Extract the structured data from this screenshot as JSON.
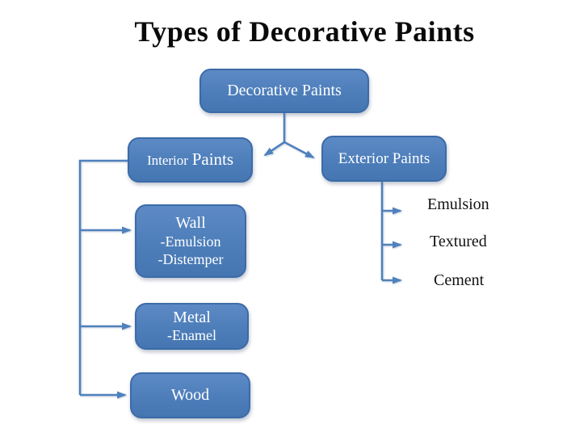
{
  "slide": {
    "title": "Types of Decorative Paints",
    "background": "#FFFFFF",
    "title_color": "#0A0A0A"
  },
  "theme": {
    "box_fill": "#4F81BD",
    "box_fill_light": "#5D8AC5",
    "box_border": "#3C6BA8",
    "box_text_color": "#FFFFFF",
    "connector_color": "#4F81BD",
    "label_text_color": "#111111"
  },
  "nodes": {
    "root": {
      "label": "Decorative Paints"
    },
    "interior": {
      "label_small": "Interior",
      "label_large": "Paints"
    },
    "exterior": {
      "label": "Exterior Paints"
    },
    "wall": {
      "title": "Wall",
      "items": [
        "-Emulsion",
        "-Distemper"
      ]
    },
    "metal": {
      "title": "Metal",
      "items": [
        "-Enamel"
      ]
    },
    "wood": {
      "title": "Wood"
    },
    "exterior_children": [
      "Emulsion",
      "Textured",
      "Cement"
    ]
  }
}
